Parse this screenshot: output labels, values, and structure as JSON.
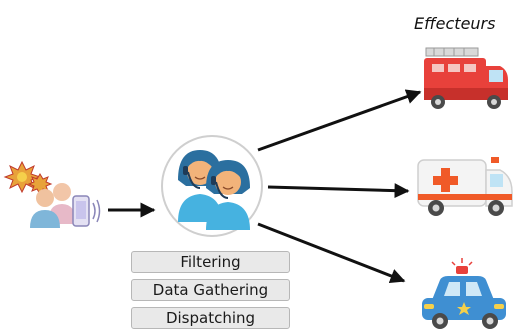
{
  "effecteurs_title": "Effecteurs",
  "steps": [
    "Filtering",
    "Data Gathering",
    "Dispatching"
  ],
  "icons": {
    "source": "incident-caller-icon",
    "dispatcher": "dispatcher-operators-icon",
    "effectors": [
      "fire-truck-icon",
      "ambulance-icon",
      "police-car-icon"
    ]
  },
  "colors": {
    "arrow": "#111111",
    "fire_truck": "#e8413b",
    "ambulance_cross": "#f05a28",
    "police": "#3f8fd2",
    "dispatcher_circle_border": "#cfcfcf",
    "step_box_bg": "#e9e9e9"
  }
}
